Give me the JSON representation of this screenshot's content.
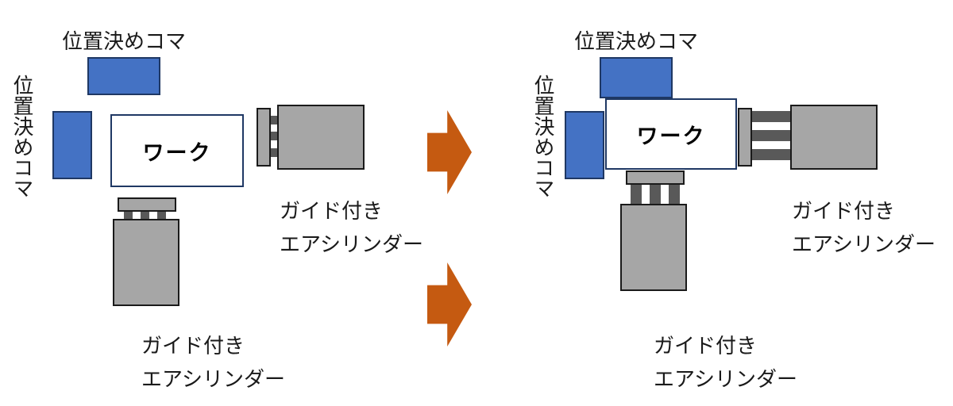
{
  "colors": {
    "positioning_block": "#4472c4",
    "cylinder": "#a6a6a6",
    "rod": "#595959",
    "arrow": "#c55a11"
  },
  "before": {
    "top_block_label": "位置決めコマ",
    "left_block_label": "位置決めコマ",
    "work_label": "ワーク",
    "right_cylinder_label_line1": "ガイド付き",
    "right_cylinder_label_line2": "エアシリンダー",
    "bottom_cylinder_label_line1": "ガイド付き",
    "bottom_cylinder_label_line2": "エアシリンダー"
  },
  "after": {
    "top_block_label": "位置決めコマ",
    "left_block_label": "位置決めコマ",
    "work_label": "ワーク",
    "right_cylinder_label_line1": "ガイド付き",
    "right_cylinder_label_line2": "エアシリンダー",
    "bottom_cylinder_label_line1": "ガイド付き",
    "bottom_cylinder_label_line2": "エアシリンダー"
  },
  "arrows": [
    "right-arrow-icon",
    "right-arrow-icon"
  ]
}
